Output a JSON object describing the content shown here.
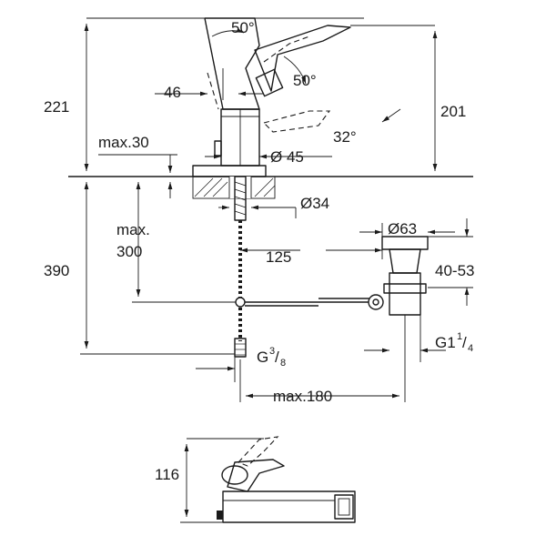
{
  "labels": {
    "spout_angle": "50°",
    "lever_angle": "50°",
    "tilt_angle": "32°",
    "lever_offset": "46",
    "total_height": "221",
    "spout_height": "201",
    "deck_thickness": "max.30",
    "body_diameter": "Ø 45",
    "hole_diameter": "Ø34",
    "hose_length_a": "max.",
    "hose_length_b": "300",
    "below_deck": "390",
    "rod_offset": "125",
    "waste_diameter": "Ø63",
    "waste_height": "40-53",
    "waste_thread": "G1",
    "waste_thread_num": "1",
    "waste_thread_den": "4",
    "connection_thread": "G",
    "connection_thread_num": "3",
    "connection_thread_den": "8",
    "waste_reach": "max.180",
    "side_height": "116"
  }
}
